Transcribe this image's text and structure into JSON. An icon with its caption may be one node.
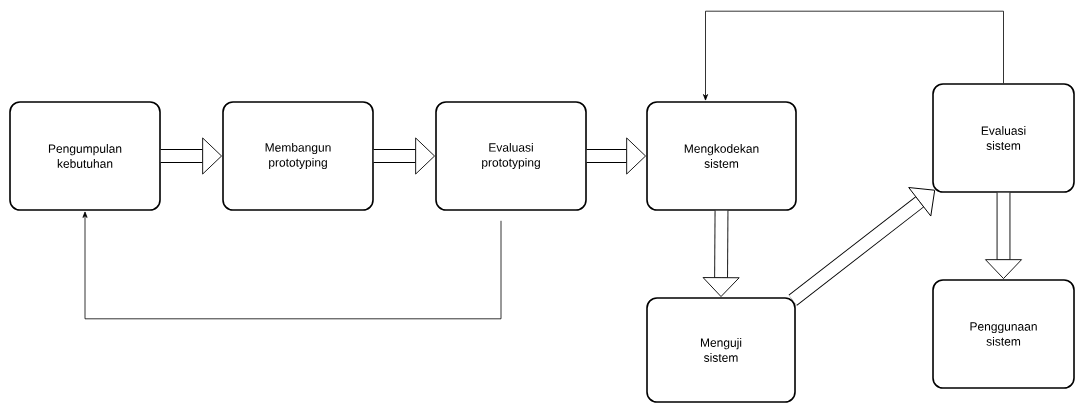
{
  "diagram": {
    "nodes": [
      {
        "text": [
          "Pengumpulan kebutuhan"
        ]
      },
      {
        "text": [
          "Membangun prototyping"
        ]
      },
      {
        "text": [
          "Evaluasi prototyping"
        ]
      },
      {
        "text": [
          "Mengkodekan sistem"
        ]
      },
      {
        "text": [
          "Menguji sistem"
        ]
      },
      {
        "text": [
          "Evaluasi sistem"
        ]
      },
      {
        "text": [
          "Penggunaan sistem"
        ]
      }
    ],
    "edges": [
      {
        "from": 0,
        "to": 1,
        "arrow": "to"
      },
      {
        "from": 1,
        "to": 2,
        "arrow": "to"
      },
      {
        "from": 2,
        "to": 3,
        "arrow": "to"
      },
      {
        "from": 3,
        "to": 4,
        "arrow": "to"
      },
      {
        "from": 4,
        "to": 5,
        "arrow": "to"
      },
      {
        "from": 5,
        "to": 6,
        "arrow": "to"
      },
      {
        "from": 2,
        "to": 0,
        "arrow": "to"
      },
      {
        "from": 5,
        "to": 3,
        "arrow": "to"
      }
    ]
  }
}
